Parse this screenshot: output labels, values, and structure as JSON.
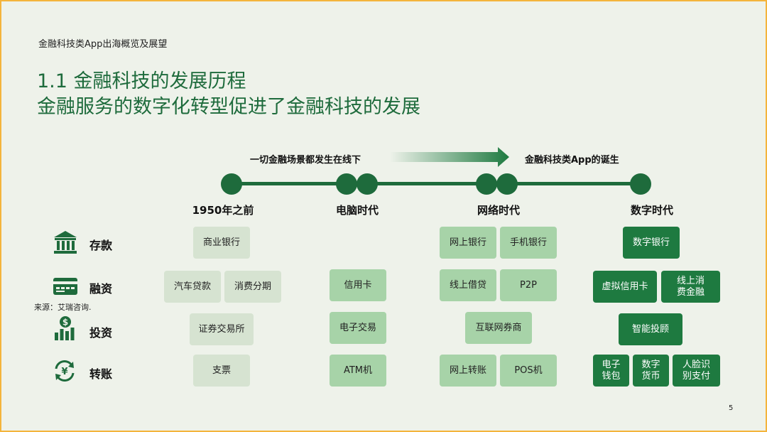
{
  "header": {
    "text": "金融科技类App出海概览及展望"
  },
  "title": {
    "line1": "1.1 金融科技的发展历程",
    "line2": "金融服务的数字化转型促进了金融科技的发展"
  },
  "timeline": {
    "left_label": "一切金融场景都发生在线下",
    "right_label": "金融科技类App的诞生",
    "eras": [
      "1950年之前",
      "电脑时代",
      "网络时代",
      "数字时代"
    ]
  },
  "categories": [
    {
      "label": "存款",
      "icon": "bank-icon"
    },
    {
      "label": "融资",
      "icon": "credit-card-icon"
    },
    {
      "label": "投资",
      "icon": "investment-chart-icon"
    },
    {
      "label": "转账",
      "icon": "yen-exchange-icon"
    }
  ],
  "source": "来源：艾瑞咨询.",
  "page_number": "5",
  "cells": {
    "savings": {
      "era1": [
        "商业银行"
      ],
      "era3": [
        "网上银行",
        "手机银行"
      ],
      "era4": [
        "数字银行"
      ]
    },
    "financing": {
      "era1": [
        "汽车贷款",
        "消费分期"
      ],
      "era2": [
        "信用卡"
      ],
      "era3": [
        "线上借贷",
        "P2P"
      ],
      "era4": [
        "虚拟信用卡",
        "线上消\n费金融"
      ]
    },
    "investment": {
      "era1": [
        "证券交易所"
      ],
      "era2": [
        "电子交易"
      ],
      "era3": [
        "互联网券商"
      ],
      "era4": [
        "智能投顾"
      ]
    },
    "transfer": {
      "era1": [
        "支票"
      ],
      "era2": [
        "ATM机"
      ],
      "era3": [
        "网上转账",
        "POS机"
      ],
      "era4": [
        "电子\n钱包",
        "数字\n货币",
        "人脸识\n别支付"
      ]
    }
  },
  "colors": {
    "dark_green": "#1e7a40",
    "mid_green": "#a7d3a8",
    "light_green": "#d6e3d1",
    "title_green": "#1e6b3c",
    "border": "#f4b43c"
  }
}
